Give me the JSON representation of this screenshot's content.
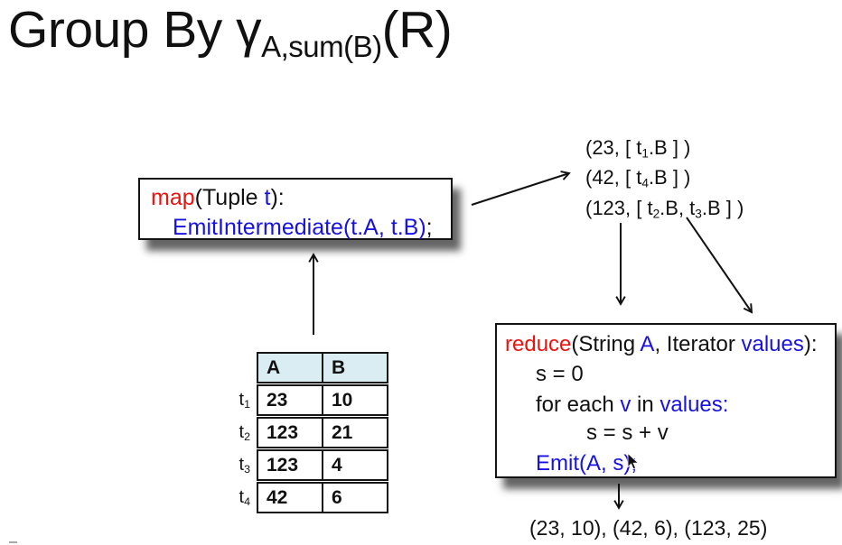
{
  "title": {
    "prefix": "Group By γ",
    "subscript": "A,sum(B)",
    "suffix": "(R)"
  },
  "map_box": {
    "line1": {
      "kw": "map",
      "p1": "(Tuple ",
      "arg": "t",
      "p2": "):"
    },
    "line2": {
      "code": "EmitIntermediate(t.A, t.B)",
      "semi": ";"
    }
  },
  "intermediate_pairs": {
    "lines": [
      {
        "p1": "(23, [ t",
        "s1": "1",
        "p2": ".B ] )"
      },
      {
        "p1": "(42, [ t",
        "s1": "4",
        "p2": ".B ] )"
      },
      {
        "p1": "(123, [ t",
        "s1": "2",
        "p2": ".B, t",
        "s2": "3",
        "p3": ".B ] )"
      }
    ]
  },
  "reduce_box": {
    "line1": {
      "kw": "reduce",
      "p1": "(String ",
      "a1": "A",
      "p2": ", Iterator ",
      "a2": "values",
      "p3": "):"
    },
    "line2": "s = 0",
    "line3": {
      "p1": "for each ",
      "a1": "v",
      "p2": " in ",
      "a2": "values:"
    },
    "line4": "s = s + v",
    "line5": "Emit(A, s);"
  },
  "table": {
    "columns": [
      "A",
      "B"
    ],
    "rows": [
      {
        "label": "t",
        "sub": "1",
        "A": "23",
        "B": "10"
      },
      {
        "label": "t",
        "sub": "2",
        "A": "123",
        "B": "21"
      },
      {
        "label": "t",
        "sub": "3",
        "A": "123",
        "B": "4"
      },
      {
        "label": "t",
        "sub": "4",
        "A": "42",
        "B": "6"
      }
    ]
  },
  "final_output": "(23, 10), (42, 6), (123, 25)",
  "colors": {
    "keyword_red": "#e81410",
    "code_blue": "#1812e0",
    "table_header_bg": "#d9edf2",
    "text": "#111111"
  }
}
